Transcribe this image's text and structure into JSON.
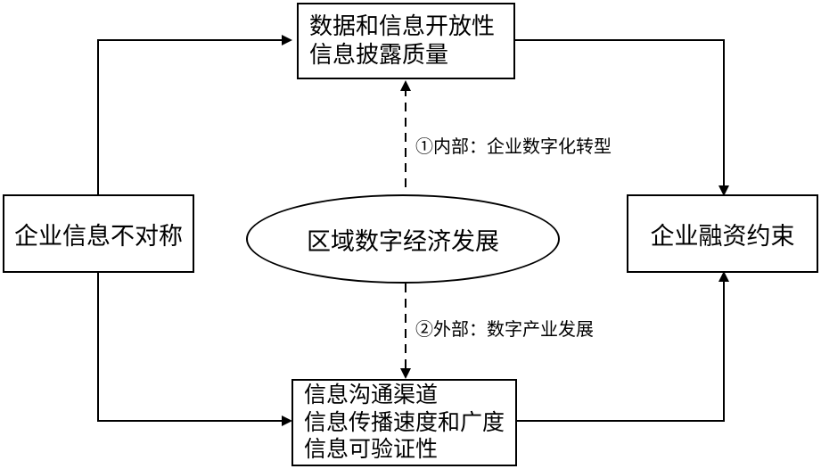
{
  "nodes": {
    "top": {
      "lines": [
        "数据和信息开放性",
        "信息披露质量"
      ]
    },
    "left": {
      "text": "企业信息不对称"
    },
    "center": {
      "text": "区域数字经济发展"
    },
    "right": {
      "text": "企业融资约束"
    },
    "bottom": {
      "lines": [
        "信息沟通渠道",
        "信息传播速度和广度",
        "信息可验证性"
      ]
    }
  },
  "edges": {
    "internal_label": "①内部：企业数字化转型",
    "external_label": "②外部：数字产业发展"
  }
}
